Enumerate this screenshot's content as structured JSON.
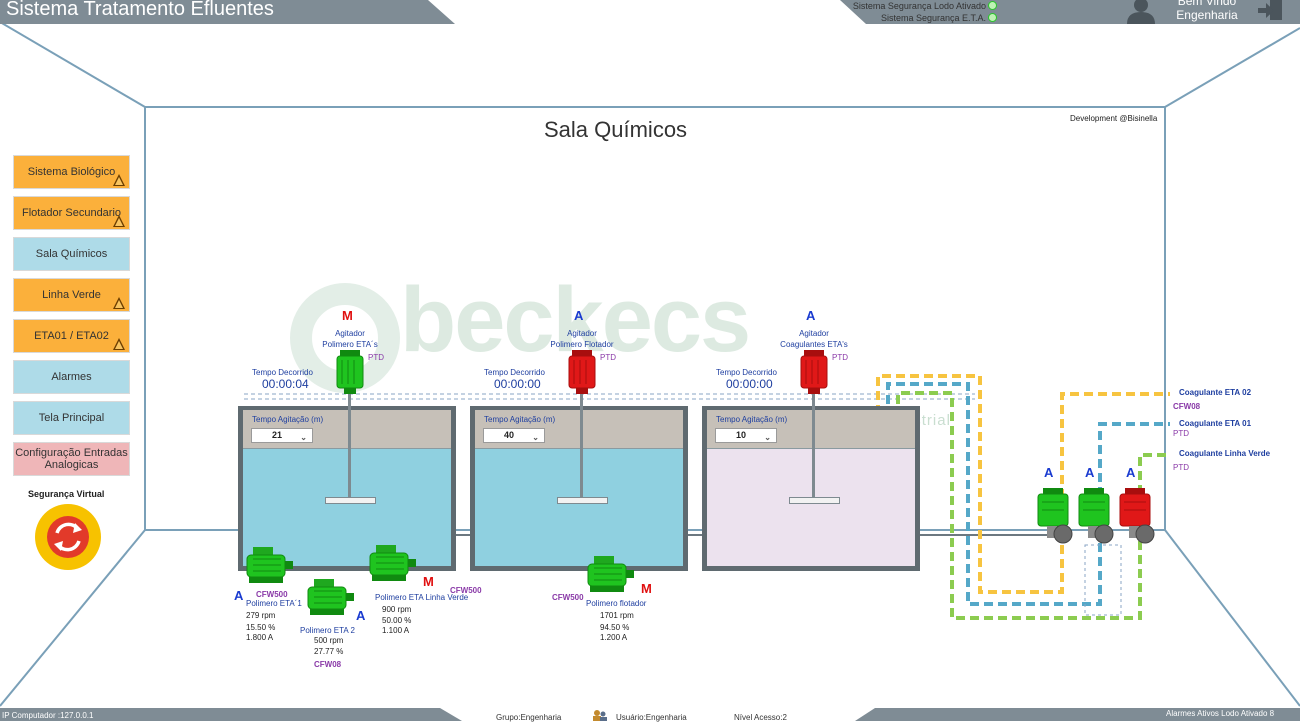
{
  "header": {
    "title": "Sistema Tratamento Efluentes",
    "security": [
      {
        "label": "Sistema Segurança Lodo Ativado",
        "status_color": "#28c828"
      },
      {
        "label": "Sistema Segurança E.T.A.",
        "status_color": "#28c828"
      }
    ],
    "welcome_line1": "Bem Vindo",
    "welcome_line2": "Engenharia",
    "user_icon": "user-icon",
    "logout_icon": "logout-icon"
  },
  "room": {
    "title": "Sala Químicos",
    "developer": "Development @Bisinella"
  },
  "watermark": {
    "brand": "beckecs",
    "sub": "Automação Industrial"
  },
  "sidebar": {
    "items": [
      {
        "label": "Sistema Biológico",
        "style": "warn"
      },
      {
        "label": "Flotador Secundario",
        "style": "warn"
      },
      {
        "label": "Sala Químicos",
        "style": "info"
      },
      {
        "label": "Linha Verde",
        "style": "warn"
      },
      {
        "label": "ETA01 / ETA02",
        "style": "warn"
      },
      {
        "label": "Alarmes",
        "style": "info"
      },
      {
        "label": "Tela Principal",
        "style": "info"
      },
      {
        "label": "Configuração Entradas Analogicas",
        "style": "pink"
      }
    ],
    "virtual_security_label": "Segurança Virtual"
  },
  "tanks": [
    {
      "agitator_mode": "M",
      "agitator_line1": "Agitador",
      "agitator_line2": "Polimero ETA´s",
      "ptd": "PTD",
      "motor_state": "running",
      "elapsed_label": "Tempo Decorrido",
      "elapsed": "00:00:04",
      "agitation_label": "Tempo Agitação (m)",
      "agitation_value": "21",
      "liquid_color": "#8fd0e0"
    },
    {
      "agitator_mode": "A",
      "agitator_line1": "Agitador",
      "agitator_line2": "Polimero Flotador",
      "ptd": "PTD",
      "motor_state": "stopped",
      "elapsed_label": "Tempo Decorrido",
      "elapsed": "00:00:00",
      "agitation_label": "Tempo Agitação (m)",
      "agitation_value": "40",
      "liquid_color": "#8fd0e0"
    },
    {
      "agitator_mode": "A",
      "agitator_line1": "Agitador",
      "agitator_line2": "Coagulantes ETA's",
      "ptd": "PTD",
      "motor_state": "stopped",
      "elapsed_label": "Tempo Decorrido",
      "elapsed": "00:00:00",
      "agitation_label": "Tempo Agitação (m)",
      "agitation_value": "10",
      "liquid_color": "#ece2ee"
    }
  ],
  "pumps": {
    "eta1": {
      "mode": "A",
      "name": "Polimero ETA´1",
      "drive": "CFW500",
      "rpm": "279 rpm",
      "percent": "15.50 %",
      "current": "1.800 A"
    },
    "eta2": {
      "mode": "A",
      "name": "Polimero ETA 2",
      "drive": "CFW08",
      "rpm": "500 rpm",
      "percent": "27.77 %",
      "current": ""
    },
    "linha_verde": {
      "mode": "M",
      "name": "Polimero ETA Linha Verde",
      "drive": "CFW500",
      "rpm": "900 rpm",
      "percent": "50.00 %",
      "current": "1.100 A"
    },
    "flotador": {
      "mode": "M",
      "name": "Polimero flotador",
      "drive": "CFW500",
      "rpm": "1701 rpm",
      "percent": "94.50 %",
      "current": "1.200 A"
    }
  },
  "coagulants": {
    "pump_modes": [
      "A",
      "A",
      "A"
    ],
    "eta02": {
      "label": "Coagulante ETA 02",
      "drive": "CFW08",
      "color": "#f7c440"
    },
    "eta01": {
      "label": "Coagulante ETA 01",
      "drive": "PTD",
      "color": "#55a8c8"
    },
    "linha_verde": {
      "label": "Coagulante Linha Verde",
      "drive": "PTD",
      "color": "#8ccc50"
    }
  },
  "footer": {
    "ip": "IP Computador :127.0.0.1",
    "group": "Grupo:Engenharia",
    "user": "Usuário:Engenharia",
    "access": "Nível Acesso:2",
    "alarms": "Alarmes Ativos Lodo Ativado 8"
  },
  "colors": {
    "running_motor": "#1fc41f",
    "stopped_motor": "#e01818",
    "nav_warn": "#fbb03b",
    "nav_info": "#aedbe8",
    "header_bar": "#7f8c95"
  }
}
